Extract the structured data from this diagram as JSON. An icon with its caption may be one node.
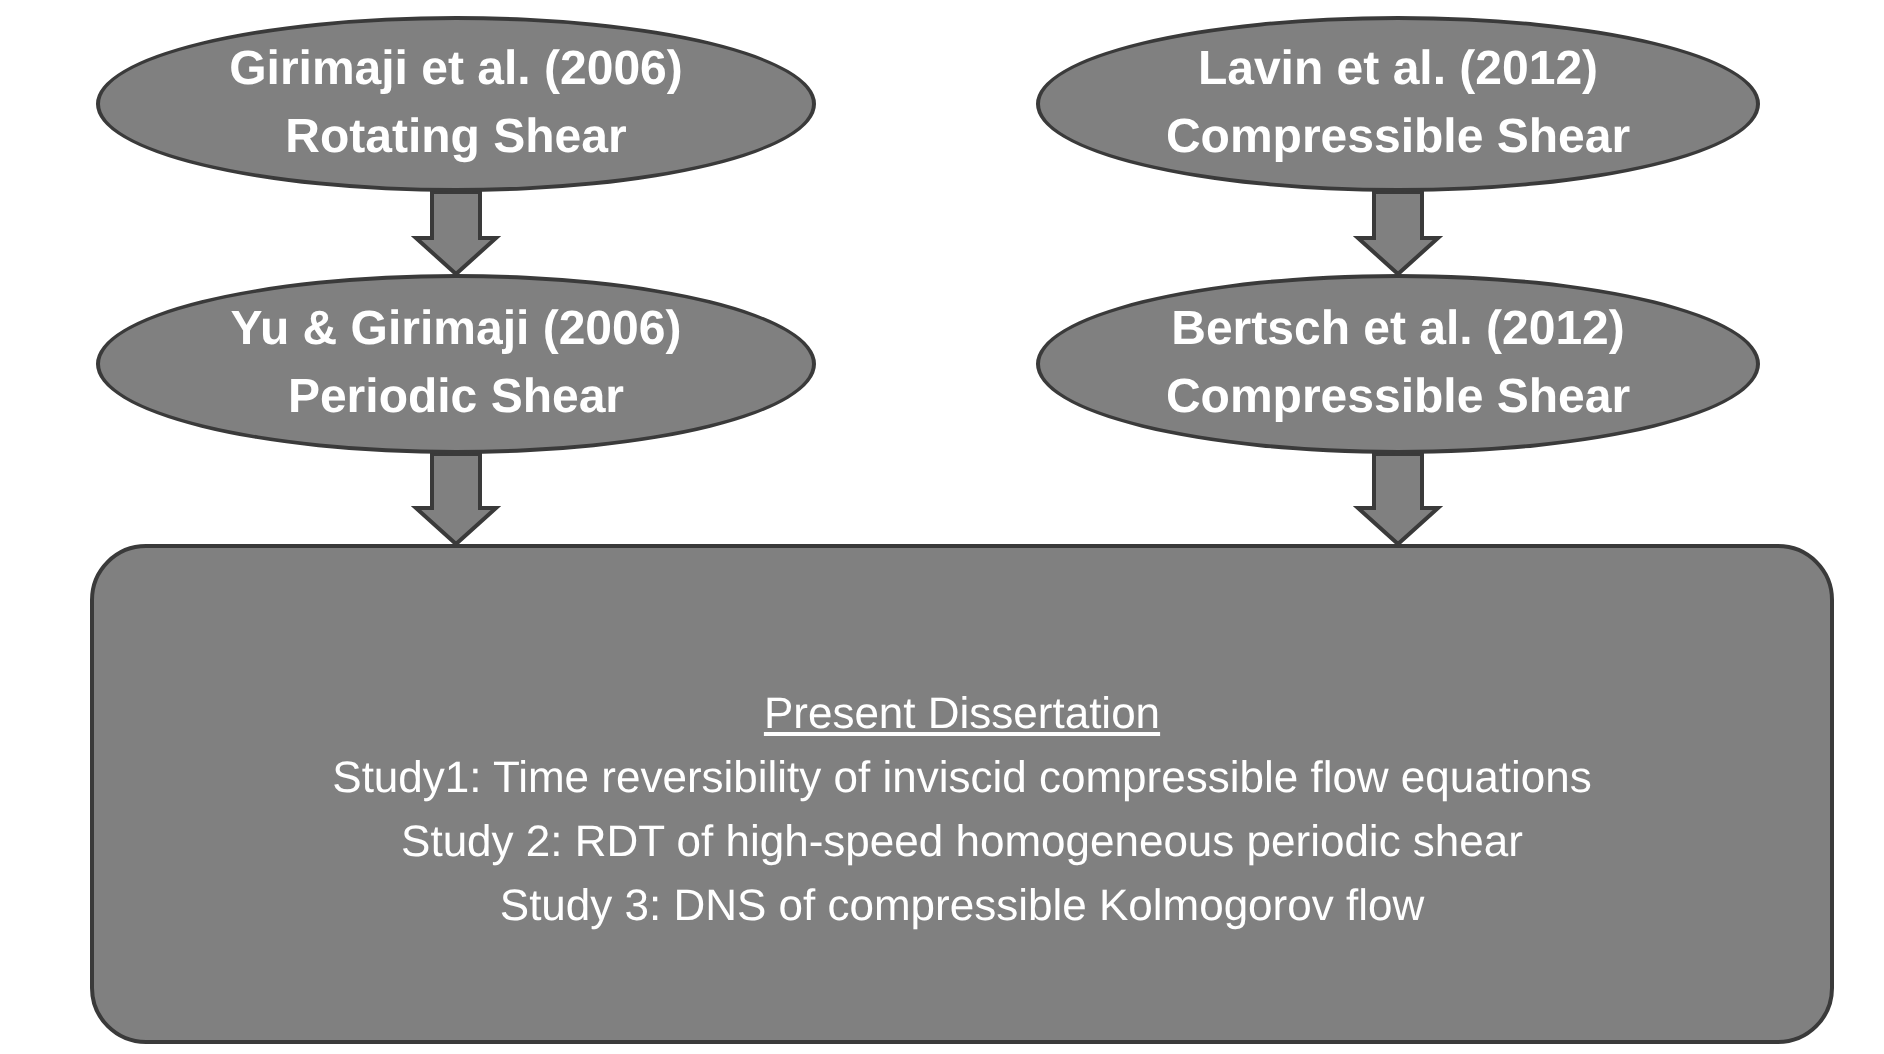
{
  "diagram": {
    "nodes": [
      {
        "text": [
          "Girimaji et al. (2006)",
          "Rotating Shear"
        ]
      },
      {
        "text": [
          "Lavin et al. (2012)",
          "Compressible Shear"
        ]
      },
      {
        "text": [
          "Yu & Girimaji (2006)",
          "Periodic Shear"
        ]
      },
      {
        "text": [
          "Bertsch et al. (2012)",
          "Compressible Shear"
        ]
      },
      {
        "text": [
          "Present Dissertation",
          "Study1: Time reversibility of inviscid compressible flow equations",
          "Study 2: RDT of high-speed homogeneous periodic shear",
          "Study 3: DNS of compressible Kolmogorov flow"
        ]
      }
    ],
    "edges": [
      {
        "from": 0,
        "to": 2,
        "arrow": "to"
      },
      {
        "from": 1,
        "to": 3,
        "arrow": "to"
      },
      {
        "from": 2,
        "to": 4,
        "arrow": "to"
      },
      {
        "from": 3,
        "to": 4,
        "arrow": "to"
      }
    ]
  }
}
